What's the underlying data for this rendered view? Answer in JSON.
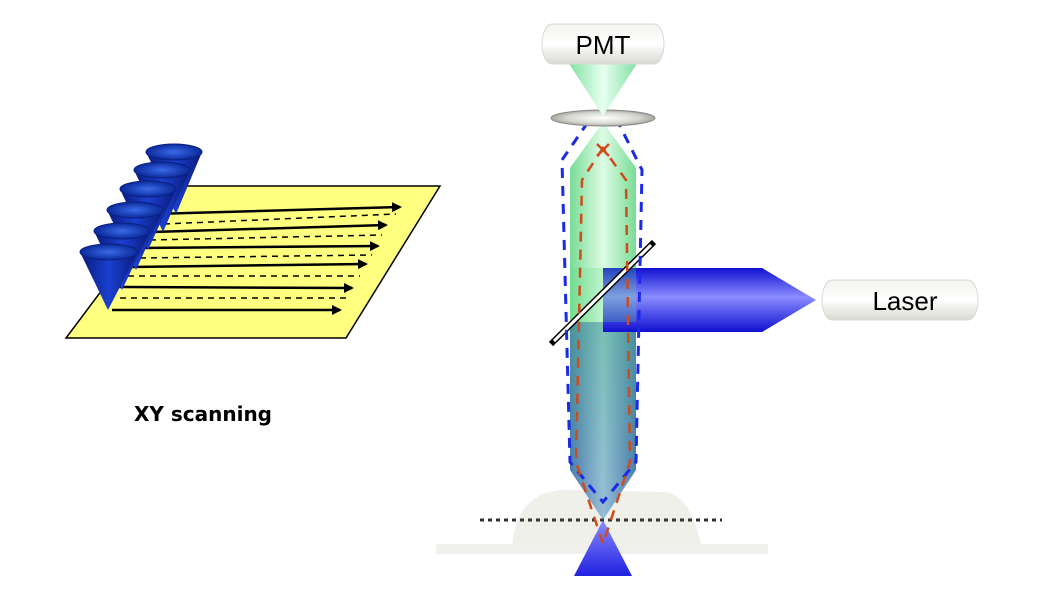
{
  "scanning_caption": "XY scanning",
  "detector_label": "PMT",
  "source_label": "Laser",
  "colors": {
    "sample_plane": "#ffff80",
    "scan_cone": "#1a33b8",
    "excitation_beam": "#2020e0",
    "emission_beam": "#60e080",
    "excitation_outline": "#1a2ae8",
    "emission_outline": "#d04a1a",
    "focal_line": "#333333"
  }
}
